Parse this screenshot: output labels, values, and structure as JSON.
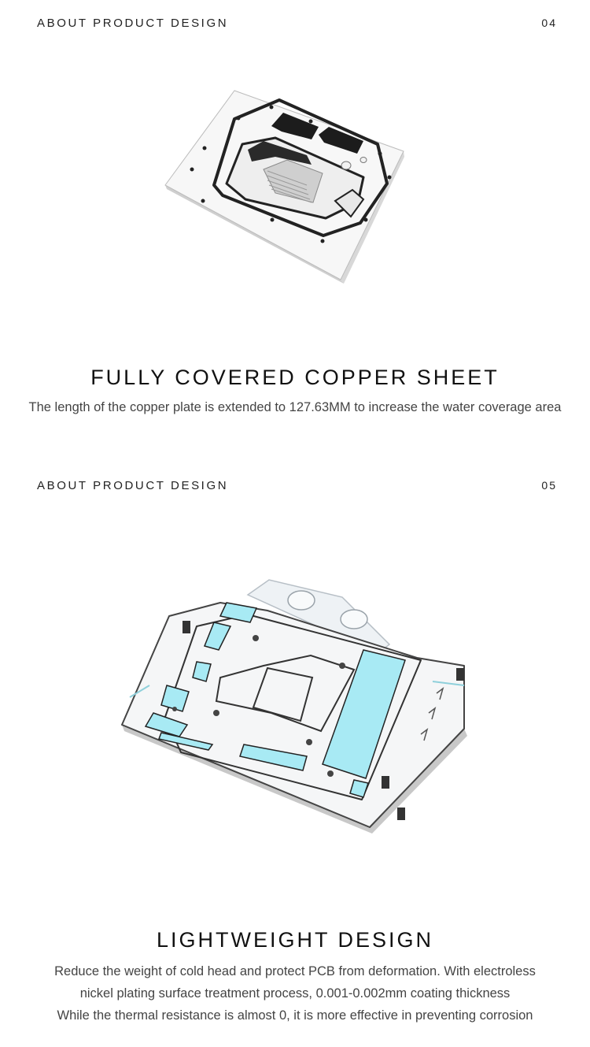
{
  "section1": {
    "label": "ABOUT PRODUCT DESIGN",
    "number": "04",
    "image": "copper-sheet-cold-plate-illustration",
    "title": "FULLY COVERED COPPER SHEET",
    "description": "The length of the copper plate is extended to 127.63MM to increase the water coverage area"
  },
  "section2": {
    "label": "ABOUT PRODUCT DESIGN",
    "number": "05",
    "image": "gpu-water-block-with-thermal-pads-illustration",
    "title": "LIGHTWEIGHT DESIGN",
    "description_lines": [
      "Reduce the weight of cold head and protect PCB from deformation. With electroless",
      "nickel plating surface treatment process, 0.001-0.002mm coating thickness",
      "While the thermal resistance is almost 0, it is more effective in preventing corrosion"
    ]
  },
  "colors": {
    "thermal_pad": "#a8eaf4",
    "text_dark": "#111111",
    "text_body": "#444444",
    "background": "#ffffff"
  }
}
